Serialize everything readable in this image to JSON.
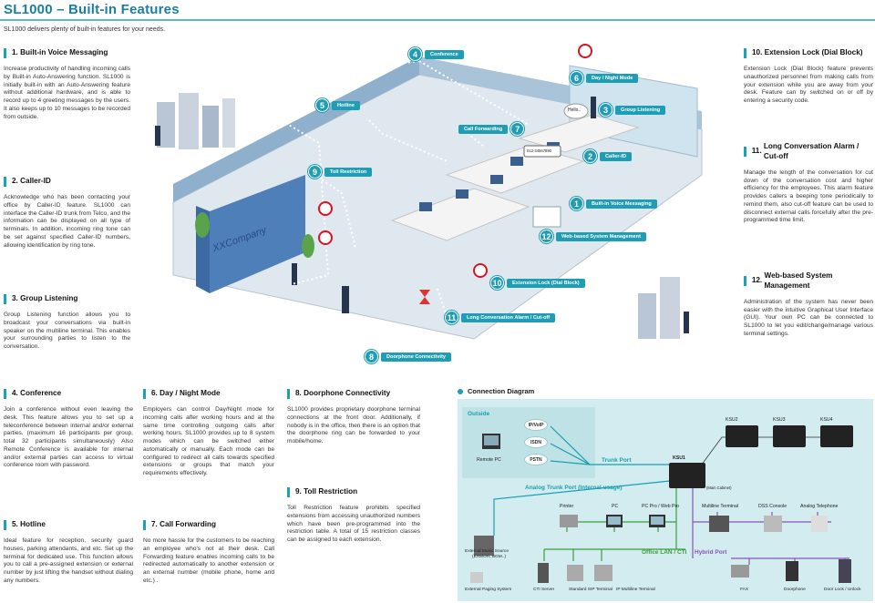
{
  "title": "SL1000 – Built-in Features",
  "subtitle": "SL1000 delivers plenty of built-in features for your needs.",
  "features": [
    {
      "num": "1.",
      "title": "Built-in Voice Messaging",
      "body": "Increase productivity of handling incoming calls by Built-in Auto-Answering function. SL1000 is initially built-in with an Auto-Answering feature without additional hardware, and is able to record up to 4 greeting messages by the users. It also keeps up to 10 messages to be recorded from outside."
    },
    {
      "num": "2.",
      "title": "Caller-ID",
      "body": "Acknowledge who has been contacting your office by Caller-ID feature. SL1000 can interface the Caller-ID trunk from Telco, and the information can be displayed on all type of terminals. In addition, incoming ring tone can be set against specified Caller-ID numbers, allowing identification by ring tone."
    },
    {
      "num": "3.",
      "title": "Group Listening",
      "body": "Group Listening function allows you to broadcast your conversations via built-in speaker on the multiline terminal. This enables your surrounding parties to listen to the conversation."
    },
    {
      "num": "4.",
      "title": "Conference",
      "body": "Join a conference without even leaving the desk. This feature allows you to set up a teleconference between internal and/or external parties. (maximum 16 participants per group, total 32 participants simultaneously) Also Remote Conference is available for internal and/or external parties can access to virtual conference room with password."
    },
    {
      "num": "5.",
      "title": "Hotline",
      "body": "Ideal feature for reception, security guard houses, parking attendants, and etc. Set up the terminal for dedicated use. This function allows you to call a pre-assigned extension or external number by just lifting the handset without dialing any numbers."
    },
    {
      "num": "6.",
      "title": "Day / Night Mode",
      "body": "Employers can control Day/Night mode for incoming calls after working hours and at the same time controlling outgoing calls after working hours. SL1000 provides up to 8 system modes which can be switched either automatically or manually. Each mode can be configured to redirect all calls towards specified extensions or groups that match your requirements effectively."
    },
    {
      "num": "7.",
      "title": "Call Forwarding",
      "body": "No more hassle for the customers to be reaching an employee who's not at their desk. Call Forwarding feature enables incoming calls to be redirected automatically to another extension or an external number (mobile phone, home and etc.) ."
    },
    {
      "num": "8.",
      "title": "Doorphone Connectivity",
      "body": "SL1000 provides proprietary doorphone terminal connections at the front door. Additionally, if nobody is in the office, then there is an option that the doorphone ring can be forwarded to your mobile/home."
    },
    {
      "num": "9.",
      "title": "Toll Restriction",
      "body": "Toll Restriction feature prohibits specified extensions from accessing unauthorized numbers which have been pre-programmed into the restriction table. A total of 15 restriction classes can be assigned to each extension."
    },
    {
      "num": "10.",
      "title": "Extension Lock (Dial Block)",
      "body": "Extension Lock (Dial Block) feature prevents unauthorized personnel from making calls from your extension while you are away from your desk. Feature can by switched on or off by entering a security code."
    },
    {
      "num": "11.",
      "title": "Long Conversation Alarm / Cut-off",
      "body": "Manage the length of the conversation for cut down of the conversation cost and higher efficiency for the employees. This alarm feature provides callers a beeping tone periodically to remind them, also cut-off feature can be used to disconnect external calls forcefully after the pre-programmed time limit."
    },
    {
      "num": "12.",
      "title": "Web-based System Management",
      "body": "Administration of the system has never been easier with the intuitive Graphical User Interface (GUI). Your own PC can be connected to SL1000 to let you edit/change/manage various terminal settings."
    }
  ],
  "illustration": {
    "company_sign": "XXCompany",
    "bubble_text": "Hello..",
    "display_text": "012-34567890",
    "callouts": [
      {
        "num": "1",
        "label": "Built-in Voice Messaging"
      },
      {
        "num": "2",
        "label": "Caller-ID"
      },
      {
        "num": "3",
        "label": "Group Listening"
      },
      {
        "num": "4",
        "label": "Conference"
      },
      {
        "num": "5",
        "label": "Hotline"
      },
      {
        "num": "6",
        "label": "Day / Night Mode"
      },
      {
        "num": "7",
        "label": "Call Forwarding"
      },
      {
        "num": "8",
        "label": "Doorphone Connectivity"
      },
      {
        "num": "9",
        "label": "Toll Restriction"
      },
      {
        "num": "10",
        "label": "Extension Lock (Dial Block)"
      },
      {
        "num": "11",
        "label": "Long Conversation Alarm / Cut-off"
      },
      {
        "num": "12",
        "label": "Web-based System Management"
      }
    ]
  },
  "connection_diagram": {
    "heading": "Connection Diagram",
    "outside": "Outside",
    "remote_pc": "Remote PC",
    "networks": [
      "IP/VoIP",
      "ISDN",
      "PSTN"
    ],
    "trunk_port": "Trunk Port",
    "ksu1": "KSU1",
    "main_cabinet": "(Main Cabinet)",
    "ksu_expansion": [
      "KSU2",
      "KSU3",
      "KSU4"
    ],
    "analog_trunk_port": "Analog Trunk Port (Internal usage)",
    "office_lan": "Office LAN / CTI",
    "hybrid_port": "Hybrid Port",
    "lan_devices": [
      "Printer",
      "PC",
      "PC Pro / Web Pro"
    ],
    "hybrid_devices": [
      "Multiline Terminal",
      "DSS Console",
      "Analog Telephone"
    ],
    "music_source": "External Music Source",
    "music_source_sub": "(EXMOH, BGM..)",
    "paging_system": "External Paging System",
    "bottom_devices": [
      "CTI Server",
      "Standard SIP Terminal",
      "IP Multiline Terminal",
      "FAX",
      "Doorphone",
      "Door Lock / Unlock"
    ]
  }
}
